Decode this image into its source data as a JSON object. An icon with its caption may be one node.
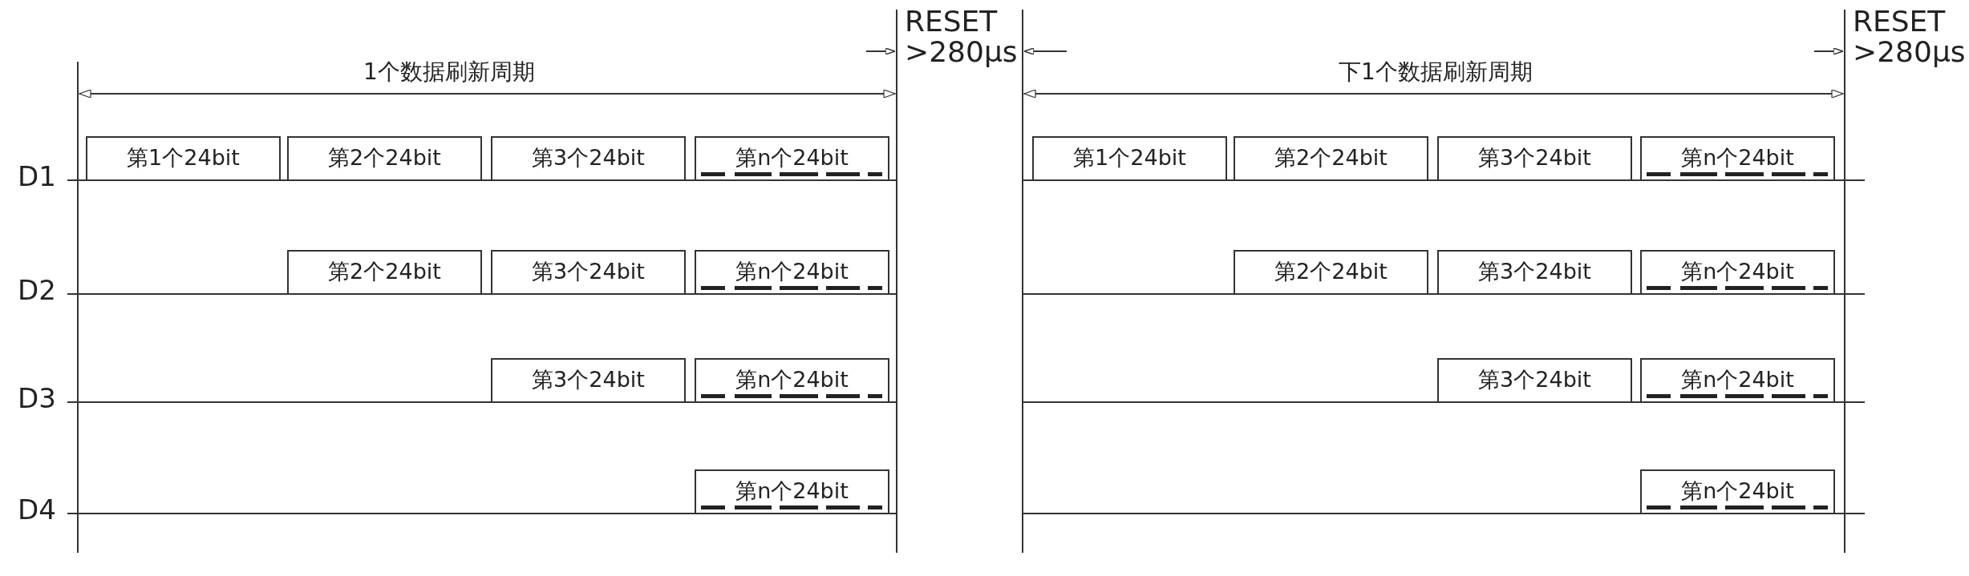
{
  "diagram": {
    "nodes": [
      {
        "text": [
          "第1个24bit"
        ]
      },
      {
        "text": [
          "第2个24bit"
        ]
      },
      {
        "text": [
          "第3个24bit"
        ]
      },
      {
        "text": [
          "第n个24bit"
        ]
      },
      {
        "text": [
          "第2个24bit"
        ]
      },
      {
        "text": [
          "第3个24bit"
        ]
      },
      {
        "text": [
          "第n个24bit"
        ]
      },
      {
        "text": [
          "第3个24bit"
        ]
      },
      {
        "text": [
          "第n个24bit"
        ]
      },
      {
        "text": [
          "第n个24bit"
        ]
      },
      {
        "text": [
          "第1个24bit"
        ]
      },
      {
        "text": [
          "第2个24bit"
        ]
      },
      {
        "text": [
          "第3个24bit"
        ]
      },
      {
        "text": [
          "第n个24bit"
        ]
      },
      {
        "text": [
          "第2个24bit"
        ]
      },
      {
        "text": [
          "第3个24bit"
        ]
      },
      {
        "text": [
          "第n个24bit"
        ]
      },
      {
        "text": [
          "第3个24bit"
        ]
      },
      {
        "text": [
          "第n个24bit"
        ]
      },
      {
        "text": [
          "第n个24bit"
        ]
      }
    ],
    "edges": [],
    "labels": [
      "RESET >280μs",
      "RESET >280μs",
      "1个数据刷新周期",
      "下1个数据刷新周期",
      "D1",
      "D2",
      "D3",
      "D4"
    ]
  }
}
